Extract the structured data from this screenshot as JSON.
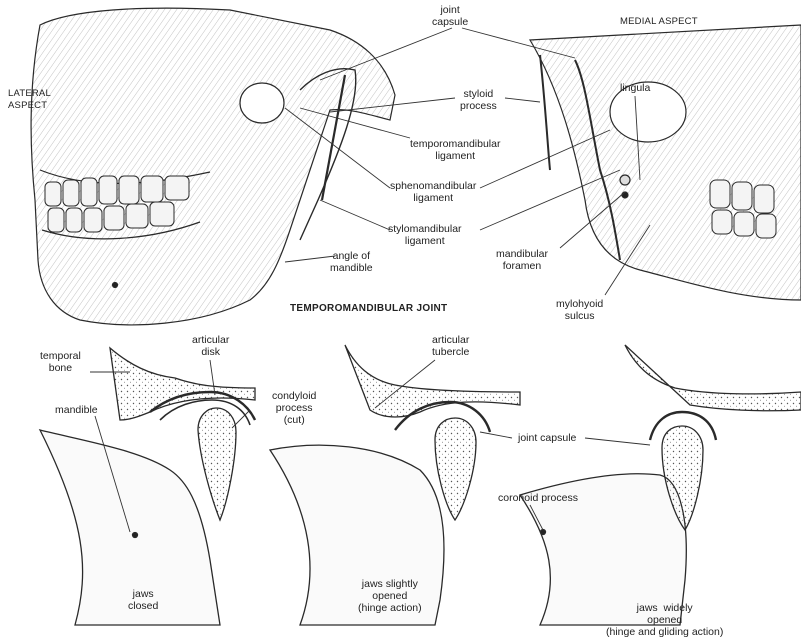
{
  "figure": {
    "title": "TEMPOROMANDIBULAR JOINT",
    "aspects": {
      "lateral": "LATERAL\nASPECT",
      "medial": "MEDIAL ASPECT"
    },
    "upper_labels": {
      "joint_capsule": "joint\ncapsule",
      "styloid_process": "styloid\nprocess",
      "temporomandibular_ligament": "temporomandibular\nligament",
      "sphenomandibular_ligament": "sphenomandibular\nligament",
      "stylomandibular_ligament": "stylomandibular\nligament",
      "angle_of_mandible": "angle of\nmandible",
      "lingula": "lingula",
      "mandibular_foramen": "mandibular\nforamen",
      "mylohyoid_sulcus": "mylohyoid\nsulcus"
    },
    "lower_labels": {
      "temporal_bone": "temporal\nbone",
      "articular_disk": "articular\ndisk",
      "condyloid_process": "condyloid\nprocess\n(cut)",
      "mandible": "mandible",
      "articular_tubercle": "articular\ntubercle",
      "joint_capsule": "joint capsule",
      "coronoid_process": "coronoid process"
    },
    "captions": {
      "closed": "jaws\nclosed",
      "slightly_opened": "jaws slightly\nopened\n(hinge action)",
      "widely_opened": "jaws  widely\nopened\n(hinge and gliding action)"
    }
  }
}
